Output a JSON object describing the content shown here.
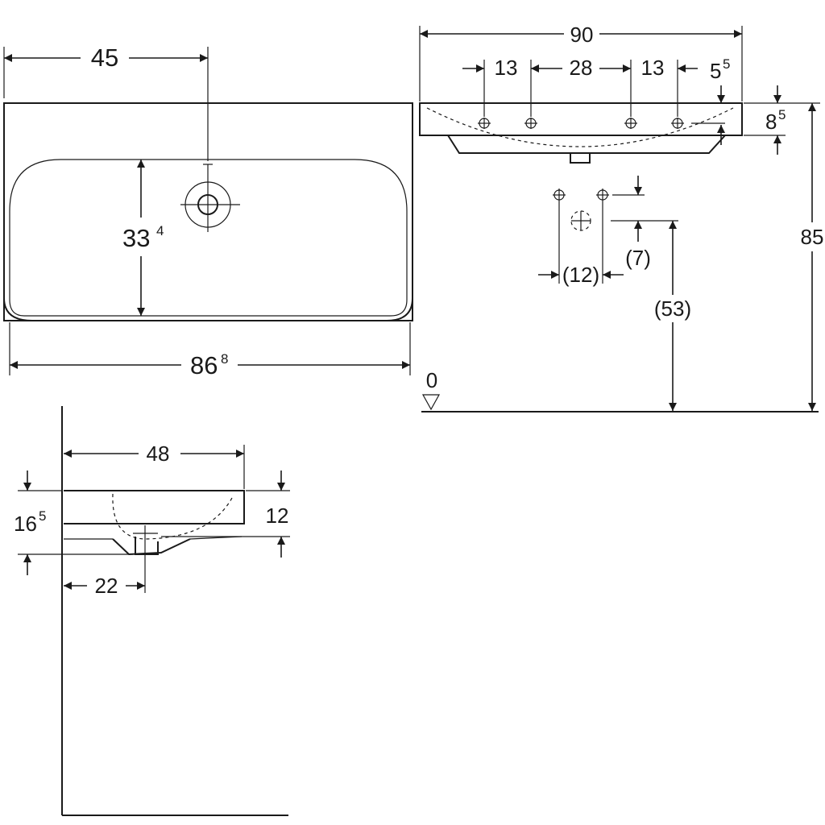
{
  "top_view": {
    "dim_45": "45",
    "dim_33": "33",
    "dim_33_sup": "4",
    "dim_86": "86",
    "dim_86_sup": "8"
  },
  "front_view": {
    "dim_90": "90",
    "dim_13_left": "13",
    "dim_28": "28",
    "dim_13_right": "13",
    "dim_5": "5",
    "dim_5_sup": "5",
    "dim_8": "8",
    "dim_8_sup": "5",
    "dim_85": "85",
    "dim_12_paren": "(12)",
    "dim_7_paren": "(7)",
    "dim_53_paren": "(53)",
    "floor_zero": "0"
  },
  "side_view": {
    "dim_48": "48",
    "dim_16": "16",
    "dim_16_sup": "5",
    "dim_12": "12",
    "dim_22": "22"
  }
}
